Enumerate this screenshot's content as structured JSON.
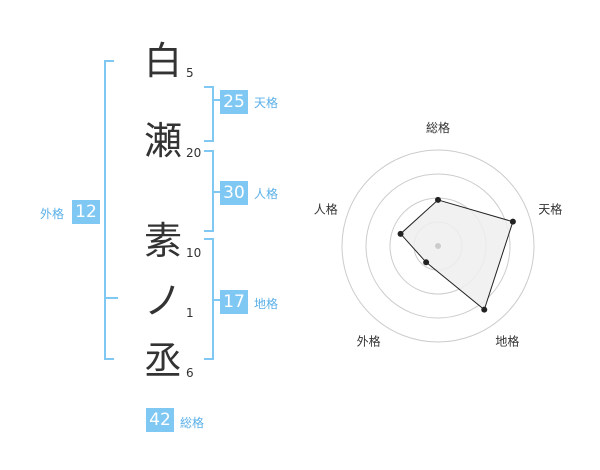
{
  "colors": {
    "accent": "#80c8f4",
    "accent_text": "#5ab0e8",
    "text": "#333333",
    "radar_fill": "#eeeeee",
    "radar_ring": "#cccccc",
    "radar_line": "#222222"
  },
  "name": [
    {
      "char": "白",
      "strokes": "5"
    },
    {
      "char": "瀬",
      "strokes": "20"
    },
    {
      "char": "素",
      "strokes": "10"
    },
    {
      "char": "ノ",
      "strokes": "1"
    },
    {
      "char": "丞",
      "strokes": "6"
    }
  ],
  "fortune": {
    "tenkaku": {
      "value": "25",
      "label": "天格"
    },
    "jinkaku": {
      "value": "30",
      "label": "人格"
    },
    "chikaku": {
      "value": "17",
      "label": "地格"
    },
    "gaikaku": {
      "value": "12",
      "label": "外格"
    },
    "soukaku": {
      "value": "42",
      "label": "総格"
    }
  },
  "radar": {
    "axes": [
      "総格",
      "天格",
      "地格",
      "外格",
      "人格"
    ],
    "levels": 4,
    "values": [
      0.48,
      0.82,
      0.82,
      0.21,
      0.41
    ]
  }
}
